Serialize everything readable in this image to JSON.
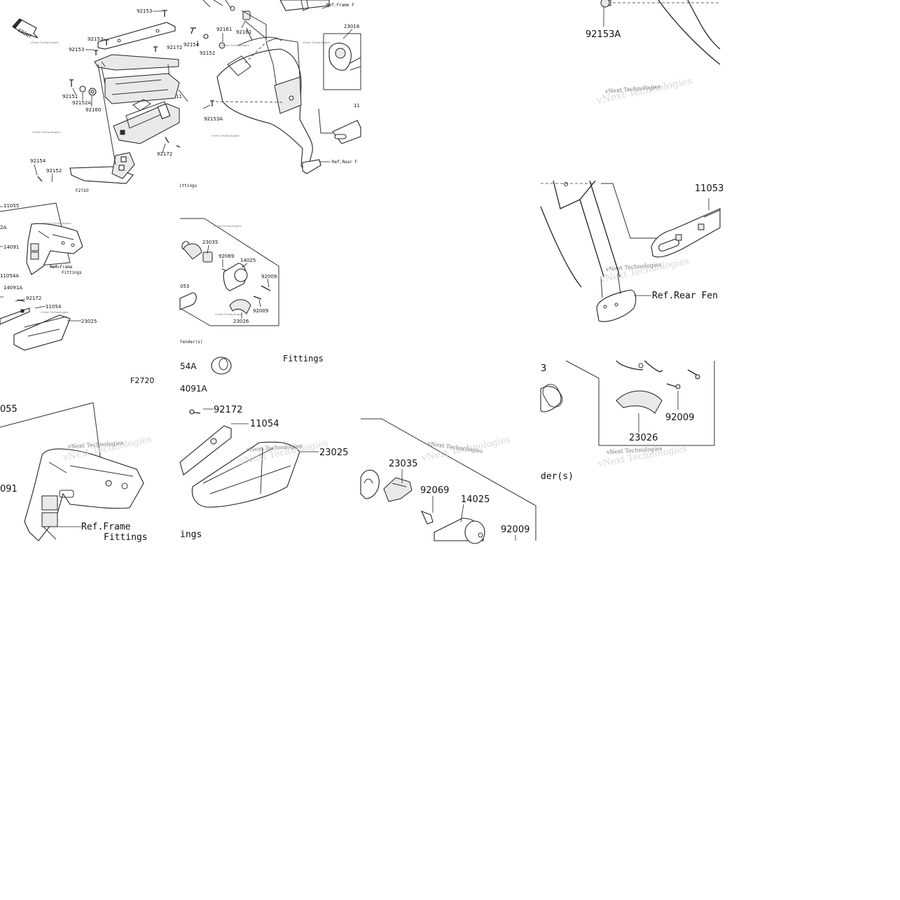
{
  "watermark": "vNext Technologies",
  "front_label": "FRONT",
  "figure_codes": {
    "main": "F2720",
    "tile_h": "F2720"
  },
  "ref_labels": {
    "frame_fittings": "Ref.Frame Fittings",
    "frame_fittings_l1": "Ref.Frame",
    "frame_fittings_l2": "Fittings",
    "rear_fender": "Ref.Rear Fender(s)",
    "frame_partial": "Ref.Frame F",
    "rear_partial": "Ref.Rear F",
    "rear_tile": "Ref.Rear Fen",
    "fittings_frag": "ittings",
    "fittings_frag_b": "ings",
    "fittings_frag_c": "Fittings",
    "fender_frag": "Fender(s)",
    "fender_frag_b": "der(s)"
  },
  "overview_labels": {
    "92153_top": "92153",
    "92153_mid": "92153",
    "92153_left": "92153",
    "92172_a": "92172",
    "92154_a": "92154",
    "92152_a": "92152",
    "92161_a": "92161",
    "92161_b": "92161",
    "92151": "92151",
    "92152A": "92152A",
    "92160": "92160",
    "11_frag": "11",
    "23016": "23016",
    "11_frag_b": "11",
    "92153A": "92153A",
    "92172_b": "92172",
    "92154_b": "92154",
    "92152_b": "92152"
  },
  "left_labels": {
    "11055": "11055",
    "2A": "2A",
    "14091": "14091",
    "11054A": "11054A",
    "14091A": "14091A",
    "92172": "92172",
    "11054": "11054",
    "23025": "23025"
  },
  "inset_labels": {
    "23035": "23035",
    "92069": "92069",
    "14025": "14025",
    "92009_a": "92009",
    "92009_b": "92009",
    "23026": "23026",
    "053": "053"
  },
  "tile_labels": {
    "92153A": "92153A",
    "11053": "11053",
    "92009": "92009",
    "23026": "23026",
    "3_frag": "3",
    "055": "055",
    "091": "091",
    "4A": "54A",
    "4091A": "4091A",
    "92172": "92172",
    "11054": "11054",
    "23025": "23025",
    "23035": "23035",
    "92069": "92069",
    "14025": "14025",
    "92009_b": "92009"
  }
}
